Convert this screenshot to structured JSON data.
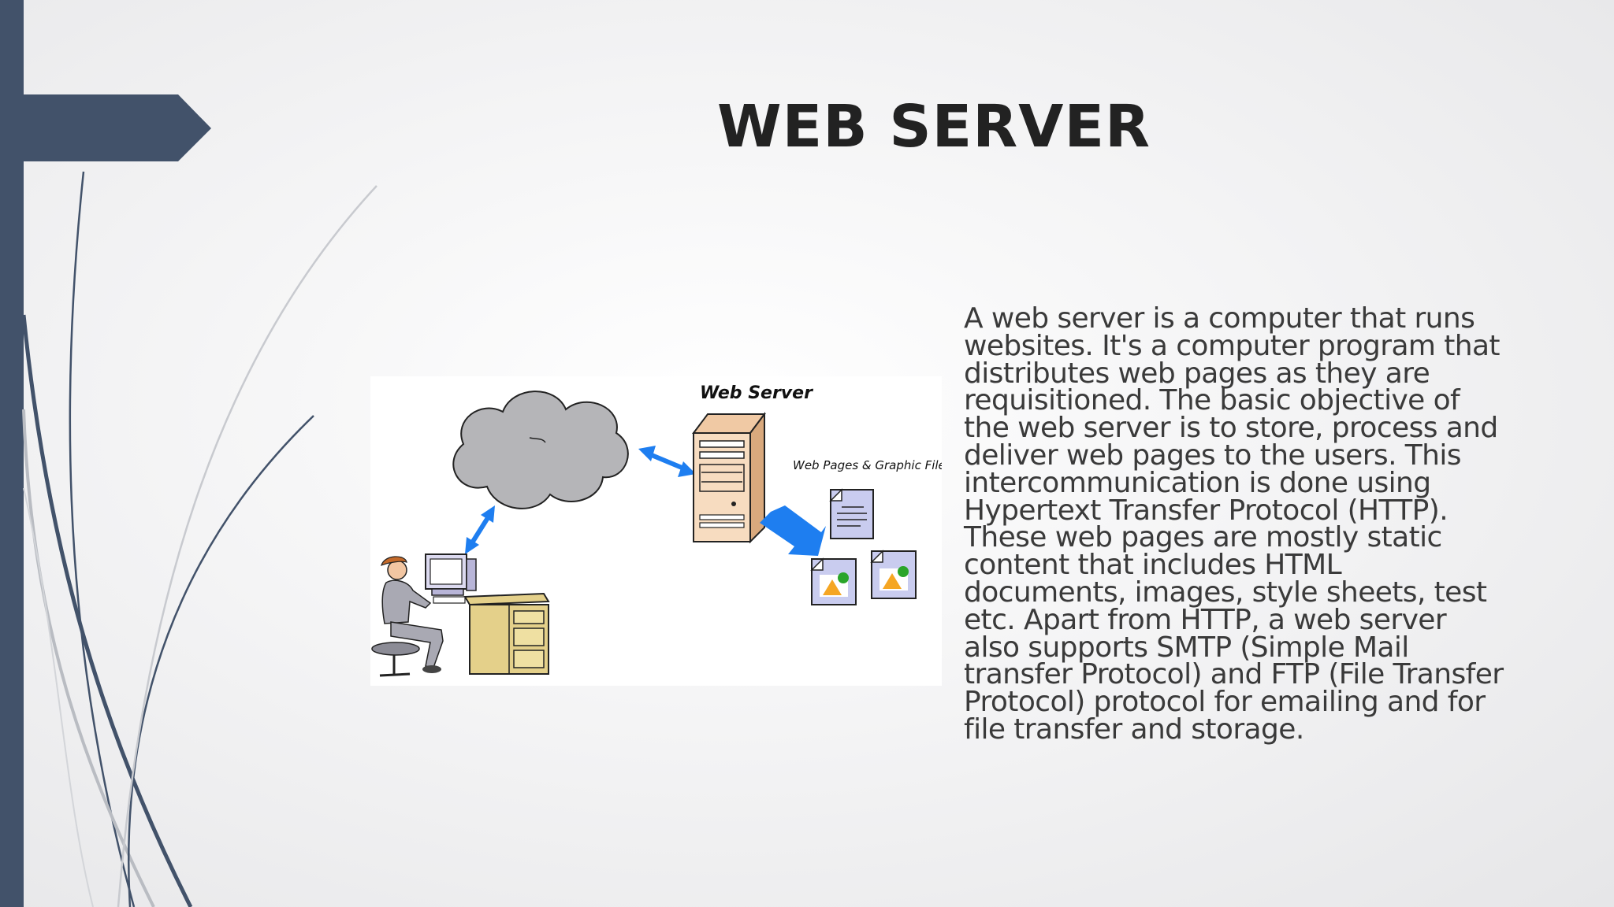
{
  "slide": {
    "title": "WEB SERVER",
    "body": "A web server is a computer that runs websites. It's a computer program that distributes web pages as they are requisitioned. The basic objective of the web server is to store, process and deliver web pages to the users. This intercommunication is done using Hypertext Transfer Protocol (HTTP). These web pages are mostly static content that includes HTML documents, images, style sheets, test etc. Apart from HTTP, a web server also supports SMTP (Simple Mail transfer Protocol) and FTP (File Transfer Protocol) protocol for emailing and for file transfer and storage."
  },
  "diagram": {
    "server_label": "Web Server",
    "files_label": "Web Pages & Graphic Files",
    "icons": [
      "internet-cloud-icon",
      "web-server-tower-icon",
      "user-at-computer-icon",
      "web-page-document-icon",
      "graphic-file-icon",
      "bidirectional-arrow-icon",
      "upload-arrow-icon"
    ]
  },
  "colors": {
    "sidebar": "#42526a",
    "title": "#222222",
    "body_text": "#3a3a3a",
    "arrow_blue": "#1e7ef0",
    "cloud_gray": "#b5b5b8",
    "server_beige": "#f7dcc0",
    "desk_tan": "#e4d08a"
  }
}
